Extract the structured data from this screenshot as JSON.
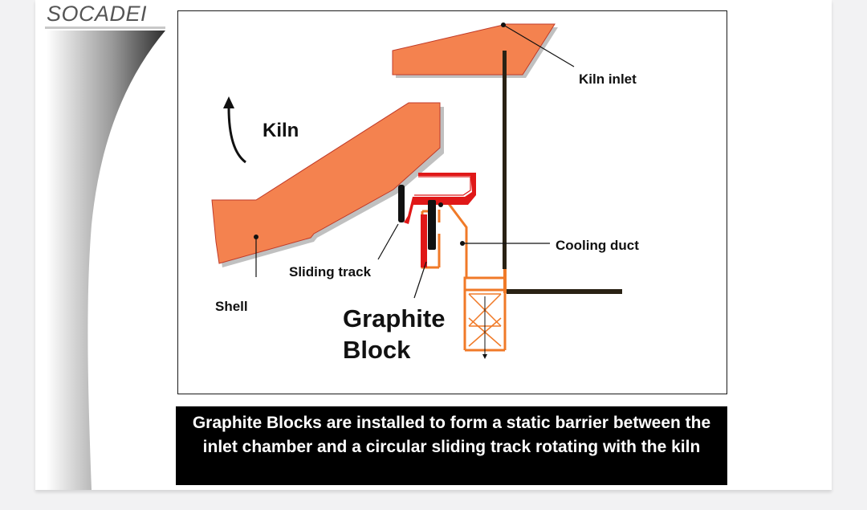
{
  "logo": {
    "text": "SOCADEI"
  },
  "labels": {
    "kiln_inlet": "Kiln inlet",
    "kiln": "Kiln",
    "cooling_duct": "Cooling duct",
    "sliding_track": "Sliding track",
    "shell": "Shell",
    "graphite_line1": "Graphite",
    "graphite_line2": "Block"
  },
  "caption": "Graphite Blocks are installed to form a static barrier between the inlet chamber and a circular sliding track rotating with the kiln",
  "colors": {
    "shell_fill": "#f4824f",
    "shadow": "#c0c0c0",
    "sliding_track": "#e01818",
    "graphite": "#111111",
    "cooling_duct": "#f07a28",
    "wall": "#2a2214"
  }
}
